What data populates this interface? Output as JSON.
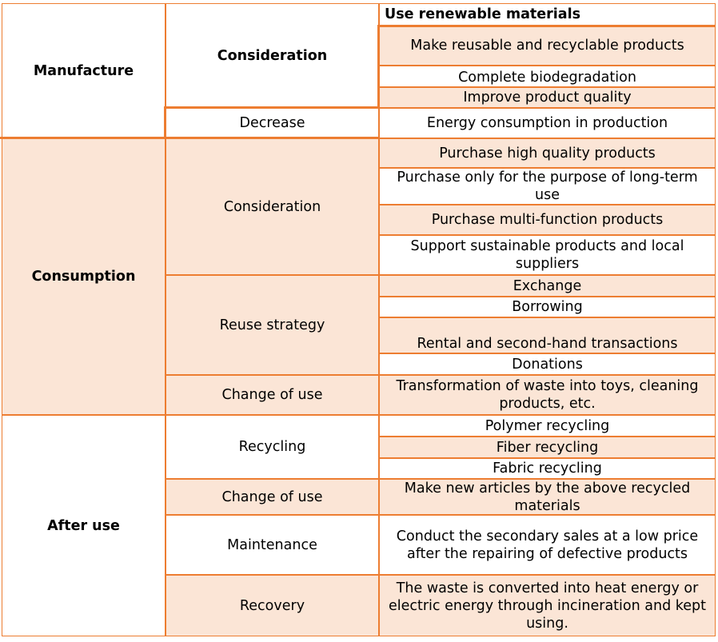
{
  "colors": {
    "border": "#ed7d31",
    "shade": "#fbe5d6",
    "background": "#ffffff"
  },
  "table": {
    "sections": [
      {
        "label": "Manufacture",
        "groups": [
          {
            "label": "Consideration",
            "items": [
              "Use renewable materials",
              "Make reusable and recyclable products",
              "Complete biodegradation",
              "Improve product quality"
            ]
          },
          {
            "label": "Decrease",
            "items": [
              "Energy consumption in production"
            ]
          }
        ]
      },
      {
        "label": "Consumption",
        "groups": [
          {
            "label": "Consideration",
            "items": [
              "Purchase high quality products",
              "Purchase only for the purpose of long-term use",
              "Purchase multi-function products",
              "Support sustainable products and local suppliers"
            ]
          },
          {
            "label": "Reuse strategy",
            "items": [
              "Exchange",
              "Borrowing",
              "Rental and second-hand transactions",
              "Donations"
            ]
          },
          {
            "label": "Change of use",
            "items": [
              "Transformation of waste into toys, cleaning products, etc."
            ]
          }
        ]
      },
      {
        "label": "After use",
        "groups": [
          {
            "label": "Recycling",
            "items": [
              "Polymer recycling",
              "Fiber recycling",
              "Fabric recycling"
            ]
          },
          {
            "label": "Change of use",
            "items": [
              "Make new articles by the above recycled materials"
            ]
          },
          {
            "label": "Maintenance",
            "items": [
              "Conduct the secondary sales at a low price after the repairing of defective products"
            ]
          },
          {
            "label": "Recovery",
            "items": [
              "The waste is converted into heat energy or electric energy through incineration and kept using."
            ]
          }
        ]
      }
    ]
  }
}
